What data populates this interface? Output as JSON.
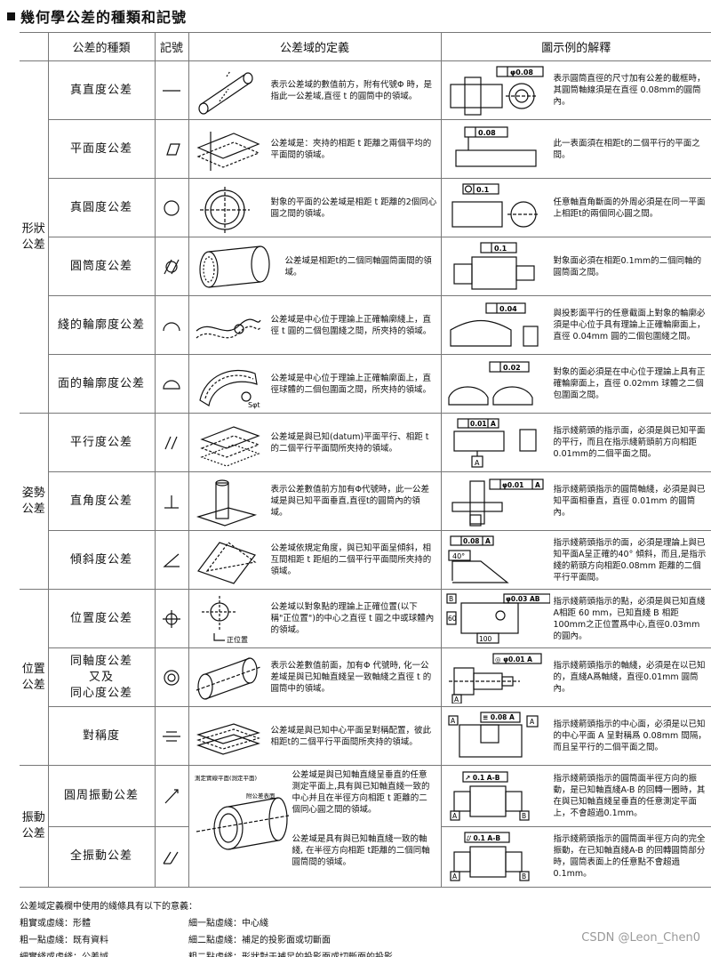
{
  "title": "幾何學公差的種類和記號",
  "headers": {
    "type": "公差的種類",
    "symbol": "記號",
    "definition": "公差域的定義",
    "example": "圖示例的解釋"
  },
  "groups": {
    "form": "形狀\n公差",
    "orientation": "姿勢\n公差",
    "location": "位置\n公差",
    "runout": "振動\n公差"
  },
  "rows": [
    {
      "name": "真直度公差",
      "symbol": "straightness-icon",
      "frame": "φ0.08",
      "definition": "表示公差域的數值前方，附有代號Φ 時，是指此一公差域,直徑 t 的圓筒中的領域。",
      "example": "表示圓筒直徑的尺寸加有公差的載框時，其圓筒軸線須是在直徑 0.08mm的圓筒內。"
    },
    {
      "name": "平面度公差",
      "symbol": "flatness-icon",
      "frame": "0.08",
      "definition": "公差域是：夾持的相距 t 距離之兩個平均的平面間的領域。",
      "example": "此一表面須在相距t的二個平行的平面之間。"
    },
    {
      "name": "真圓度公差",
      "symbol": "circularity-icon",
      "frame": "0.1",
      "definition": "對象的平面的公差域是相距 t 距離的2個同心圓之間的領域。",
      "example": "任意軸直角斷面的外周必須是在同一平面上相距t的兩個同心圓之間。"
    },
    {
      "name": "圓筒度公差",
      "symbol": "cylindricity-icon",
      "frame": "0.1",
      "definition": "公差域是相距t的二個同軸圓筒面間的領域。",
      "example": "對象面必須在相距0.1mm的二個同軸的圓筒面之間。"
    },
    {
      "name": "綫的輪廓度公差",
      "symbol": "line-profile-icon",
      "frame": "0.04",
      "definition": "公差域是中心位于理論上正確輪廓綫上，直徑 t 圓的二個包圍綫之間，所夾持的領域。",
      "example": "與投影面平行的任意截面上對象的輪廓必須是中心位于具有理論上正確輪廓面上，直徑 0.04mm 圓的二個包圍綫之間。"
    },
    {
      "name": "面的輪廓度公差",
      "symbol": "surface-profile-icon",
      "frame": "0.02",
      "fig_label": "Sφt",
      "definition": "公差域是中心位于理論上正確輪廓面上，直徑球體的二個包圍面之間，所夾持的領域。",
      "example": "對象的面必須是在中心位于理論上具有正確輪廓面上，直徑 0.02mm 球體之二個包圍面之間。"
    },
    {
      "name": "平行度公差",
      "symbol": "parallelism-icon",
      "frame": "0.01",
      "datum": "A",
      "definition": "公差域是與已知(datum)平面平行、相距 t 的二個平行平面間所夾持的領域。",
      "example": "指示綫箭頭的指示面，必須是與已知平面的平行，而且在指示綫箭頭前方向相距0.01mm的二個平面之間。"
    },
    {
      "name": "直角度公差",
      "symbol": "perpendicularity-icon",
      "frame": "φ0.01",
      "datum": "A",
      "definition": "表示公差數值前方加有Φ代號時，此一公差域是與已知平面垂直,直徑t的圓筒內的領域。",
      "example": "指示綫箭頭指示的圓筒軸綫，必須是與已知平面相垂直，直徑 0.01mm 的圓筒內。"
    },
    {
      "name": "傾斜度公差",
      "symbol": "angularity-icon",
      "frame": "0.08",
      "datum": "A",
      "angle": "40°",
      "definition": "公差域依規定角度，與已知平面呈傾斜，相互間相距 t 距組的二個平行平面間所夾持的領域。",
      "example": "指示綫箭頭指示的面，必須是理論上與已知平面A呈正確的40° 傾斜，而且,是指示綫的箭頭方向相距0.08mm 距離的二個平行平面間。"
    },
    {
      "name": "位置度公差",
      "symbol": "position-icon",
      "frame": "φ0.03",
      "datum": "AB",
      "dims": [
        "B",
        "A",
        "60",
        "100"
      ],
      "fig_label": "正位置",
      "definition": "公差域以對象點的理論上正確位置(以下稱\"正位置\")的中心之直徑 t 圓之中或球體內的領域。",
      "example": "指示綫箭頭指示的點，必須是與已知直綫A相距 60 mm，已知直綫 B 相距100mm之正位置爲中心,直徑0.03mm 的圓內。"
    },
    {
      "name": "同軸度公差\n又及\n同心度公差",
      "symbol": "concentricity-icon",
      "frame": "φ0.01",
      "datum": "A",
      "definition": "表示公差數值前面，加有Φ 代號時, 化一公差域是與已知軸直綫呈一致軸綫之直徑 t 的圓筒中的領域。",
      "example": "指示綫箭頭指示的軸綫，必須是在以已知的，直綫A爲軸綫，直徑0.01mm 圓筒內。"
    },
    {
      "name": "對稱度",
      "symbol": "symmetry-icon",
      "frame": "0.08",
      "datum": "A",
      "definition": "公差域是與已知中心平面呈對稱配置，彼此相距t的二個平行平面間所夾持的領域。",
      "example": "指示綫箭頭指示的中心面，必須是以已知的中心平面 A 呈對稱爲 0.08mm 間隔，而且呈平行的二個平面之間。"
    },
    {
      "name": "圓周振動公差",
      "symbol": "circular-runout-icon",
      "frame": "0.1",
      "datum": "A-B",
      "fig_labels": [
        "測定實線平面(測定平面)",
        "附公差表面"
      ],
      "definition": "公差域是與已知軸直綫呈垂直的任意測定平面上,具有與已知軸直綫一致的中心并且在半徑方向相距 t 距離的二個同心圓之間的領域。",
      "example": "指示綫箭頭指示的圓筒面半徑方向的振動，是已知軸直綫A-B 的回轉一圈時，其在與已知軸直綫呈垂直的任意測定平面上，不會超過0.1mm。"
    },
    {
      "name": "全振動公差",
      "symbol": "total-runout-icon",
      "frame": "0.1",
      "datum": "A-B",
      "definition": "公差域是具有與已知軸直綫一致的軸綫, 在半徑方向相距 t距離的二個同軸圓筒間的領域。",
      "example": "指示綫箭頭指示的圓筒面半徑方向的完全振動，在已知軸直綫A-B 的回轉圓筒部分時，圓筒表面上的任意點不會超過0.1mm。"
    }
  ],
  "notes": {
    "heading": "公差域定義欄中使用的綫條具有以下的意義：",
    "items": [
      [
        "粗實或虛綫：形體",
        "細一點虛綫：中心綫"
      ],
      [
        "粗一點虛綫：既有資料",
        "細二點虛綫：補足的投影面或切斷面"
      ],
      [
        "細實綫或虛綫：公差域",
        "粗二點虛綫：形狀對于補足的投影面或切斷面的投影"
      ]
    ]
  },
  "watermark": "CSDN @Leon_Chen0"
}
